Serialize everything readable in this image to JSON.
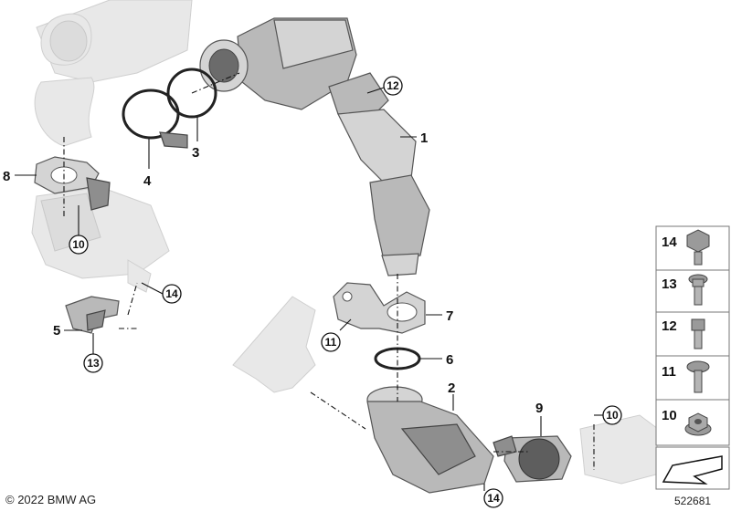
{
  "labels": {
    "p1": "1",
    "p2": "2",
    "p3": "3",
    "p4": "4",
    "p5": "5",
    "p6": "6",
    "p7": "7",
    "p8": "8",
    "p9": "9"
  },
  "callouts": {
    "c12": "12",
    "c10_top": "10",
    "c14_left": "14",
    "c13": "13",
    "c11": "11",
    "c10_right": "10",
    "c14_bottom": "14"
  },
  "legend": [
    {
      "num": "14",
      "icon": "hex-flange-bolt-icon"
    },
    {
      "num": "13",
      "icon": "torx-flange-bolt-icon"
    },
    {
      "num": "12",
      "icon": "socket-head-bolt-icon"
    },
    {
      "num": "11",
      "icon": "countersunk-bolt-icon"
    },
    {
      "num": "10",
      "icon": "flange-nut-icon"
    }
  ],
  "copyright": "© 2022 BMW AG",
  "doc_number": "522681"
}
